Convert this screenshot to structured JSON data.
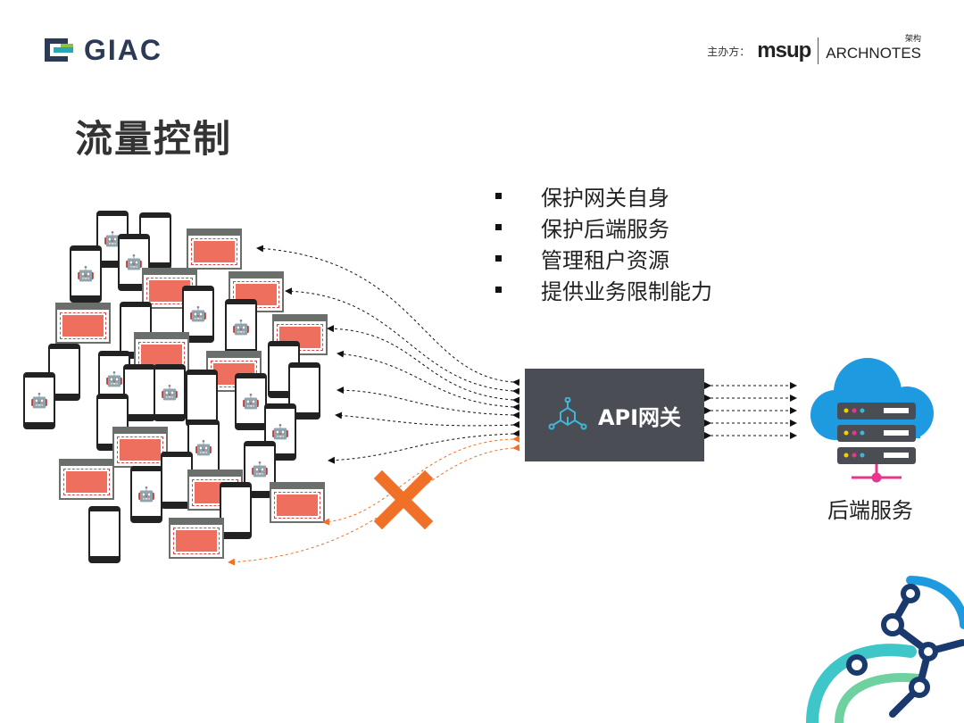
{
  "header": {
    "logo_text": "GIAC",
    "organizer_label": "主办方：",
    "sponsor_1": "msup",
    "sponsor_2": "ARCHNOTES",
    "sponsor_2_cn": "架构"
  },
  "slide": {
    "title": "流量控制",
    "bullets": [
      "保护网关自身",
      "保护后端服务",
      "管理租户资源",
      "提供业务限制能力"
    ]
  },
  "diagram": {
    "gateway_label": "API网关",
    "backend_label": "后端服务"
  },
  "colors": {
    "gateway_bg": "#4a4e54",
    "cloud": "#1e9ae0",
    "reject_x": "#f07028",
    "browser_content": "#ef6f5f",
    "title_text": "#333333"
  },
  "icons": [
    "gateway-network-icon",
    "cloud-server-icon",
    "reject-x-icon",
    "android-icon",
    "apple-icon",
    "browser-window-icon"
  ]
}
